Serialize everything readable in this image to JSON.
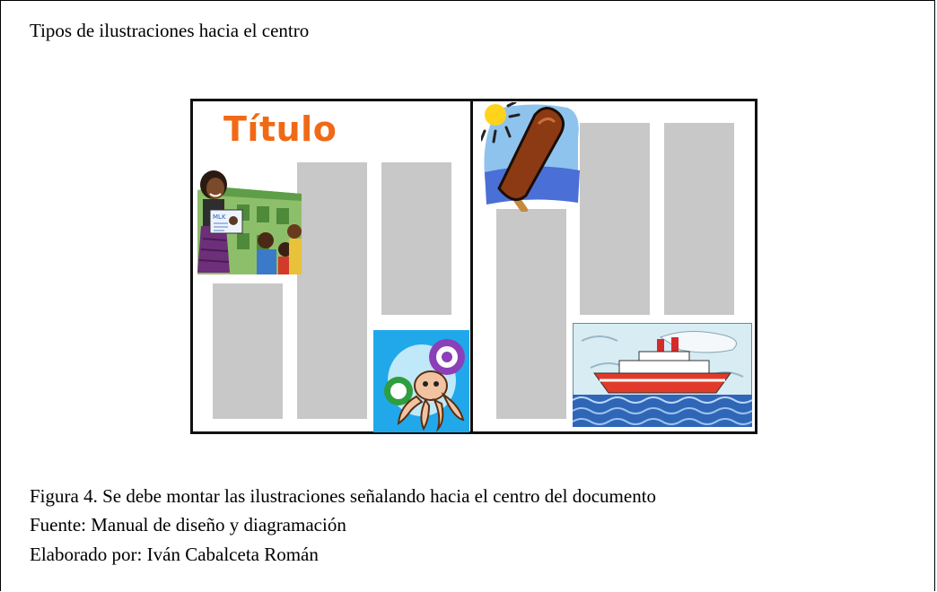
{
  "heading": "Tipos de ilustraciones hacia el centro",
  "spread": {
    "title": "Título",
    "book_label": "MLK",
    "illustrations": [
      "teacher-with-children-clipart",
      "popsicle-sun-clipart",
      "octopus-clipart",
      "ship-clipart"
    ]
  },
  "caption": {
    "figure": "Figura 4. Se debe montar las ilustraciones señalando hacia el centro del documento",
    "source": "Fuente: Manual de diseño y diagramación",
    "author": "Elaborado por: Iván  Cabalceta Román"
  },
  "colors": {
    "title_orange": "#f06a16",
    "column_gray": "#c8c8c8",
    "border": "#111111"
  }
}
